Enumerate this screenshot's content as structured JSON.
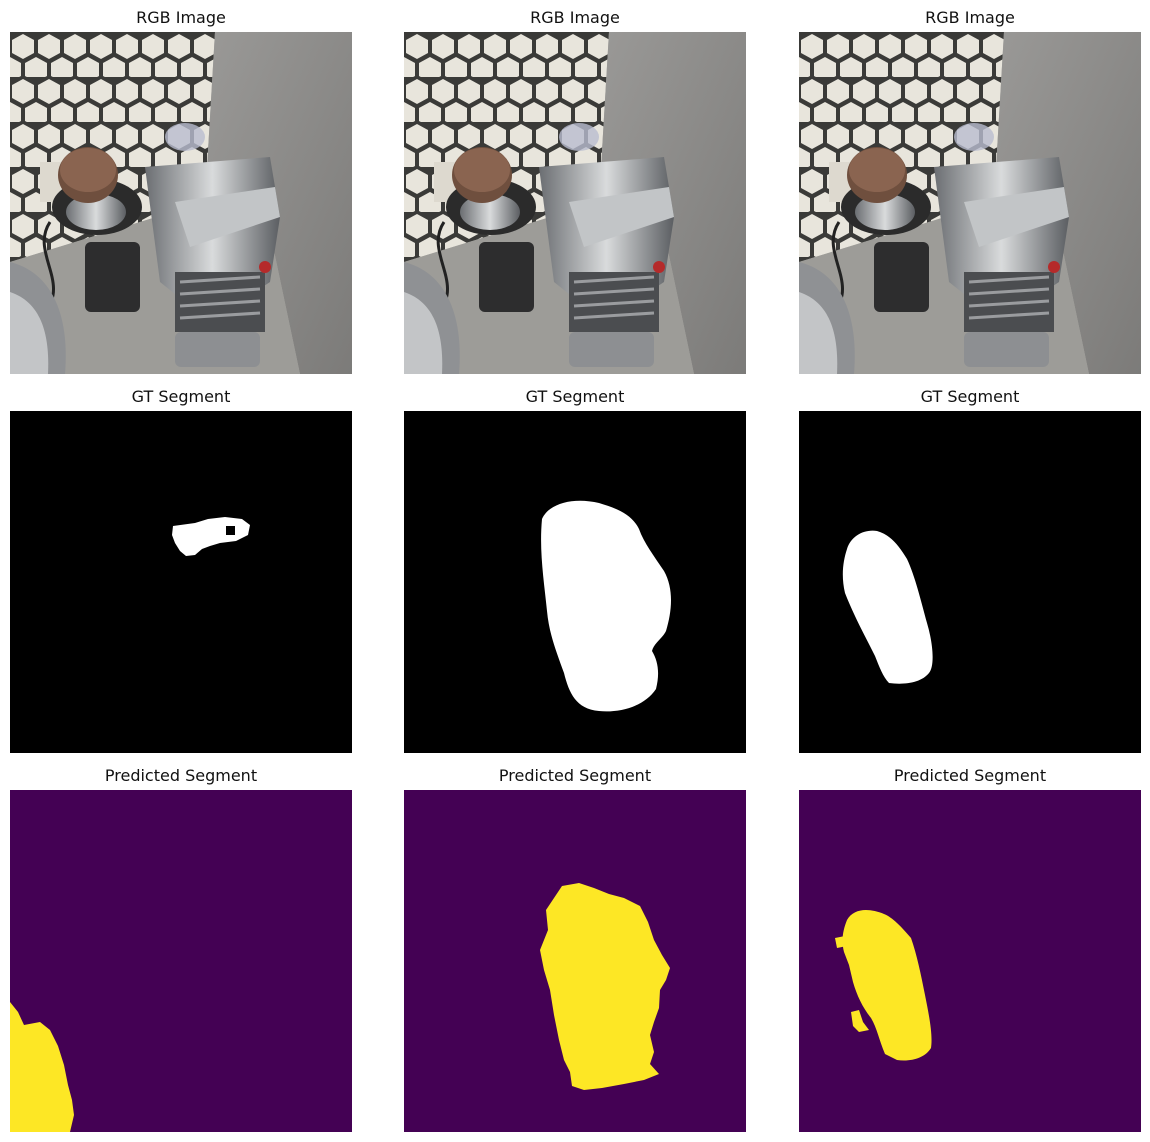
{
  "figure": {
    "rows": [
      {
        "kind": "rgb",
        "panels": [
          {
            "title": "RGB Image"
          },
          {
            "title": "RGB Image"
          },
          {
            "title": "RGB Image"
          }
        ]
      },
      {
        "kind": "gt",
        "panels": [
          {
            "title": "GT Segment"
          },
          {
            "title": "GT Segment"
          },
          {
            "title": "GT Segment"
          }
        ]
      },
      {
        "kind": "pred",
        "panels": [
          {
            "title": "Predicted Segment"
          },
          {
            "title": "Predicted Segment"
          },
          {
            "title": "Predicted Segment"
          }
        ]
      }
    ],
    "colors": {
      "gt_background": "#000000",
      "gt_foreground": "#ffffff",
      "pred_background": "#440154",
      "pred_foreground": "#fde725"
    },
    "rgb_scene": "photo of a coffee grinder with wooden lid and a stainless espresso machine against a white hexagon tile backsplash and grey wall"
  }
}
